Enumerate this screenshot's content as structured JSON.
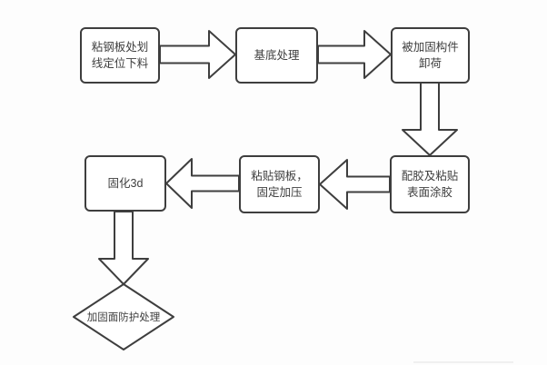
{
  "diagram": {
    "type": "flowchart",
    "nodes": [
      {
        "id": "n1",
        "shape": "rect",
        "label": "粘钢板处划线定位下料"
      },
      {
        "id": "n2",
        "shape": "rect",
        "label": "基底处理"
      },
      {
        "id": "n3",
        "shape": "rect",
        "label": "被加固构件卸荷"
      },
      {
        "id": "n4",
        "shape": "rect",
        "label": "配胶及粘贴表面涂胶"
      },
      {
        "id": "n5",
        "shape": "rect",
        "label": "粘贴钢板，固定加压"
      },
      {
        "id": "n6",
        "shape": "rect",
        "label": "固化3d"
      },
      {
        "id": "n7",
        "shape": "diamond",
        "label": "加固面防护处理"
      }
    ],
    "edges": [
      {
        "from": "n1",
        "to": "n2",
        "direction": "right",
        "style": "hollow-block-arrow"
      },
      {
        "from": "n2",
        "to": "n3",
        "direction": "right",
        "style": "hollow-block-arrow"
      },
      {
        "from": "n3",
        "to": "n4",
        "direction": "down",
        "style": "hollow-block-arrow"
      },
      {
        "from": "n4",
        "to": "n5",
        "direction": "left",
        "style": "hollow-block-arrow"
      },
      {
        "from": "n5",
        "to": "n6",
        "direction": "left",
        "style": "hollow-block-arrow"
      },
      {
        "from": "n6",
        "to": "n7",
        "direction": "down",
        "style": "hollow-block-arrow"
      }
    ],
    "colors": {
      "stroke": "#3e3e3e",
      "node_fill": "#ffffff",
      "background": "#fdfdfd",
      "text": "#3e3e3e"
    }
  }
}
